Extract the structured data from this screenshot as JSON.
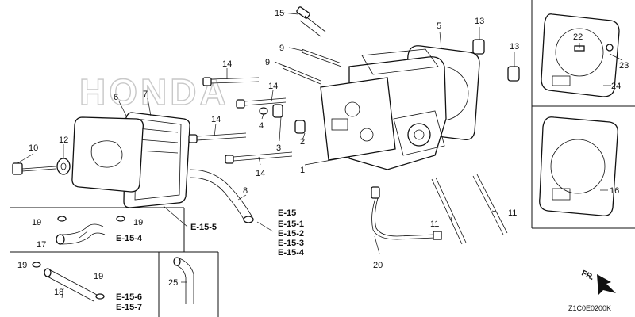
{
  "watermark": "HONDA",
  "diagram_code": "Z1C0E0200K",
  "direction_marker": "FR.",
  "part_labels": {
    "p1": "1",
    "p2": "2",
    "p3": "3",
    "p4": "4",
    "p5": "5",
    "p6": "6",
    "p7": "7",
    "p8": "8",
    "p9a": "9",
    "p9b": "9",
    "p10": "10",
    "p11a": "11",
    "p11b": "11",
    "p12": "12",
    "p13a": "13",
    "p13b": "13",
    "p14a": "14",
    "p14b": "14",
    "p14c": "14",
    "p14d": "14",
    "p15": "15",
    "p16": "16",
    "p17": "17",
    "p18": "18",
    "p19a": "19",
    "p19b": "19",
    "p19c": "19",
    "p19d": "19",
    "p20": "20",
    "p22": "22",
    "p23": "23",
    "p24": "24",
    "p25": "25"
  },
  "references": {
    "e15_5": "E-15-5",
    "e15": "E-15",
    "e15_1": "E-15-1",
    "e15_2": "E-15-2",
    "e15_3": "E-15-3",
    "e15_4a": "E-15-4",
    "e15_4b": "E-15-4",
    "e15_6": "E-15-6",
    "e15_7": "E-15-7"
  }
}
